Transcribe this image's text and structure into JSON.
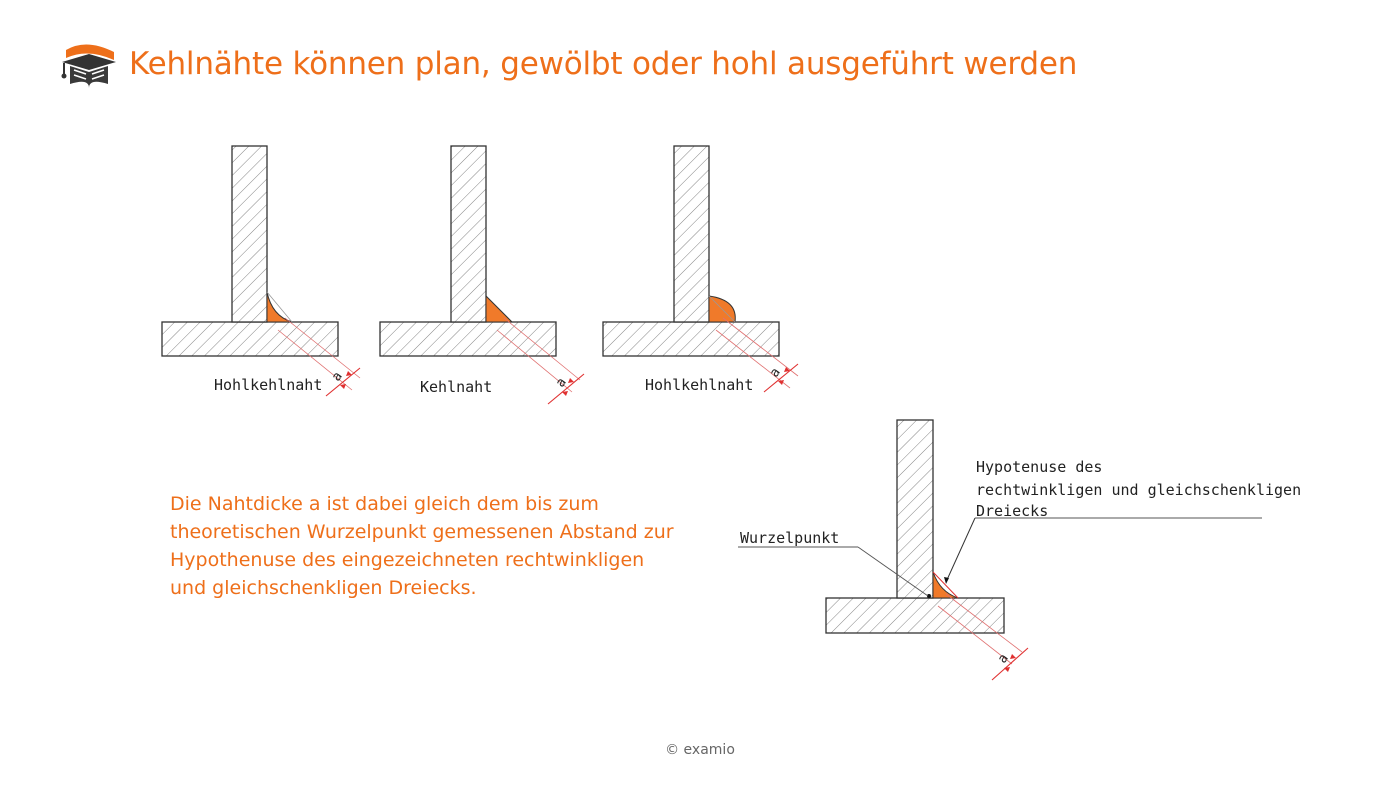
{
  "title": "Kehlnähte können plan, gewölbt oder hohl ausgeführt werden",
  "logo_icon": "graduation-cap-book-icon",
  "colors": {
    "accent": "#ee6f1a",
    "weld": "#f07a2a",
    "dimension": "#e03030",
    "line": "#333333"
  },
  "welds": [
    {
      "label": "Hohlkehlnaht",
      "shape": "concave",
      "dim_label": "a"
    },
    {
      "label": "Kehlnaht",
      "shape": "flat",
      "dim_label": "a"
    },
    {
      "label": "Hohlkehlnaht",
      "shape": "convex",
      "dim_label": "a"
    }
  ],
  "detail": {
    "root_label": "Wurzelpunkt",
    "hypotenuse_label_lines": [
      "Hypotenuse des",
      "rechtwinkligen und gleichschenkligen",
      "Dreiecks"
    ],
    "dim_label": "a"
  },
  "description_lines": [
    "Die Nahtdicke a ist dabei gleich dem bis zum",
    "theoretischen Wurzelpunkt gemessenen Abstand zur",
    "Hypothenuse des eingezeichneten rechtwinkligen",
    "und gleichschenkligen Dreiecks."
  ],
  "copyright": "© examio"
}
